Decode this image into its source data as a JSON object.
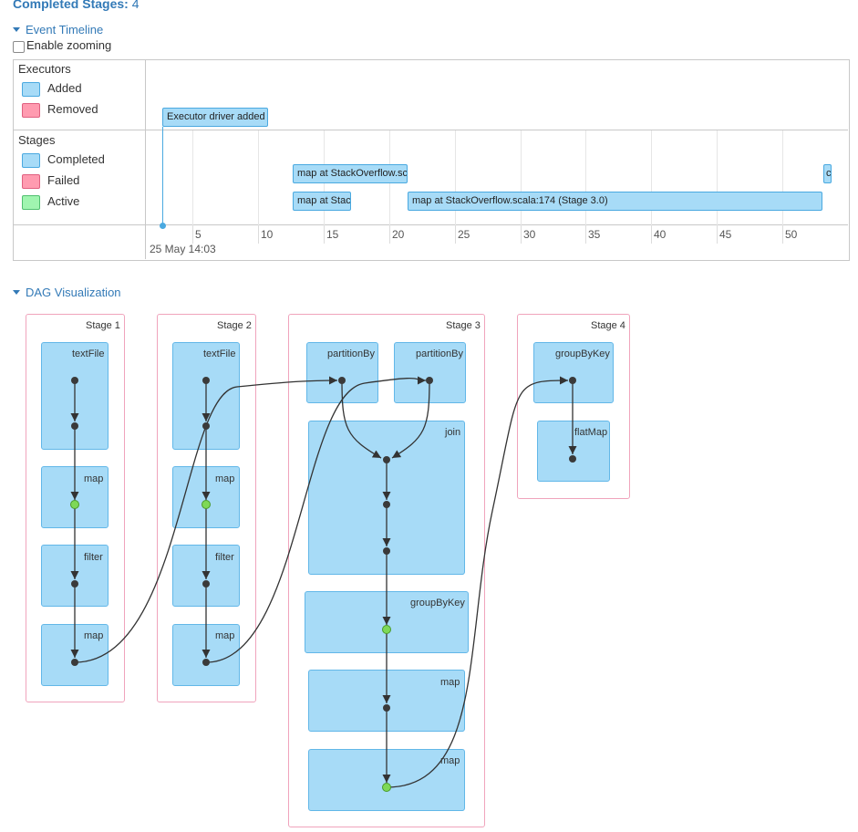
{
  "header": {
    "completed_label": "Completed Stages:",
    "completed_count": "4"
  },
  "timeline": {
    "toggle_label": "Event Timeline",
    "zoom_label": "Enable zooming",
    "executors_label": "Executors",
    "executor_legend": {
      "added": "Added",
      "removed": "Removed"
    },
    "stages_label": "Stages",
    "stage_legend": {
      "completed": "Completed",
      "failed": "Failed",
      "active": "Active"
    },
    "executor_event": "Executor driver added",
    "stage_items": [
      "map at StackOverflow.scala",
      "map at Stac",
      "map at StackOverflow.scala:174 (Stage 3.0)",
      "c"
    ],
    "ticks": [
      "5",
      "10",
      "15",
      "20",
      "25",
      "30",
      "35",
      "40",
      "45",
      "50"
    ],
    "date_label": "25 May 14:03"
  },
  "dag": {
    "toggle_label": "DAG Visualization",
    "stages": [
      {
        "title": "Stage 1",
        "ops": [
          "textFile",
          "map",
          "filter",
          "map"
        ]
      },
      {
        "title": "Stage 2",
        "ops": [
          "textFile",
          "map",
          "filter",
          "map"
        ]
      },
      {
        "title": "Stage 3",
        "ops": [
          "partitionBy",
          "partitionBy",
          "join",
          "groupByKey",
          "map",
          "map"
        ]
      },
      {
        "title": "Stage 4",
        "ops": [
          "groupByKey",
          "flatMap"
        ]
      }
    ]
  },
  "colors": {
    "link": "#337ab7",
    "completed": "#a7dbf7",
    "failed": "#ff9bb0",
    "active": "#a0f5b0",
    "cached_node": "#7ed957",
    "stage_border": "#f0a4bc"
  }
}
